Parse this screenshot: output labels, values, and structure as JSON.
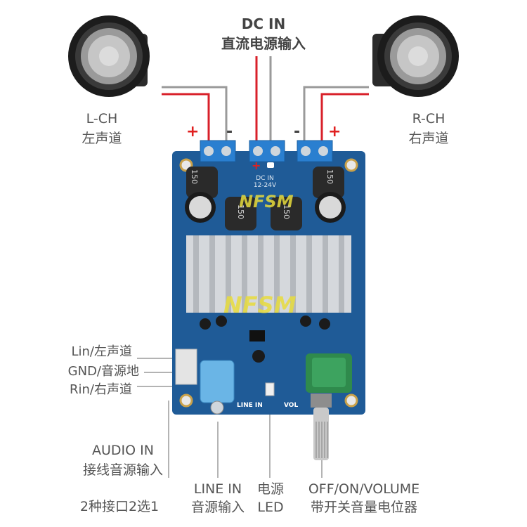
{
  "dc_in": {
    "title": "DC IN",
    "subtitle": "直流电源输入"
  },
  "left_channel": {
    "code": "L-CH",
    "label": "左声道"
  },
  "right_channel": {
    "code": "R-CH",
    "label": "右声道"
  },
  "polarity": {
    "plus": "+",
    "minus": "-"
  },
  "board": {
    "watermark": "NFSM",
    "dc_silk": "DC IN",
    "voltage_silk": "12-24V",
    "line_in_silk": "LINE IN",
    "vol_silk": "VOL",
    "inductor_mark": "150"
  },
  "header_pins": [
    {
      "label": "Lin/左声道"
    },
    {
      "label": "GND/音源地"
    },
    {
      "label": "Rin/右声道"
    }
  ],
  "audio_in": {
    "title": "AUDIO IN",
    "subtitle": "接线音源输入",
    "note": "2种接口2选1"
  },
  "line_in": {
    "title": "LINE IN",
    "subtitle": "音源输入"
  },
  "power_led": {
    "title": "电源",
    "subtitle": "LED"
  },
  "volume": {
    "title": "OFF/ON/VOLUME",
    "subtitle": "带开关音量电位器"
  },
  "colors": {
    "board": "#1f5b97",
    "terminal": "#2a7fd0",
    "wire_red": "#d8202a",
    "wire_gray": "#9a9a9a",
    "pot_green": "#2f8a4c"
  }
}
